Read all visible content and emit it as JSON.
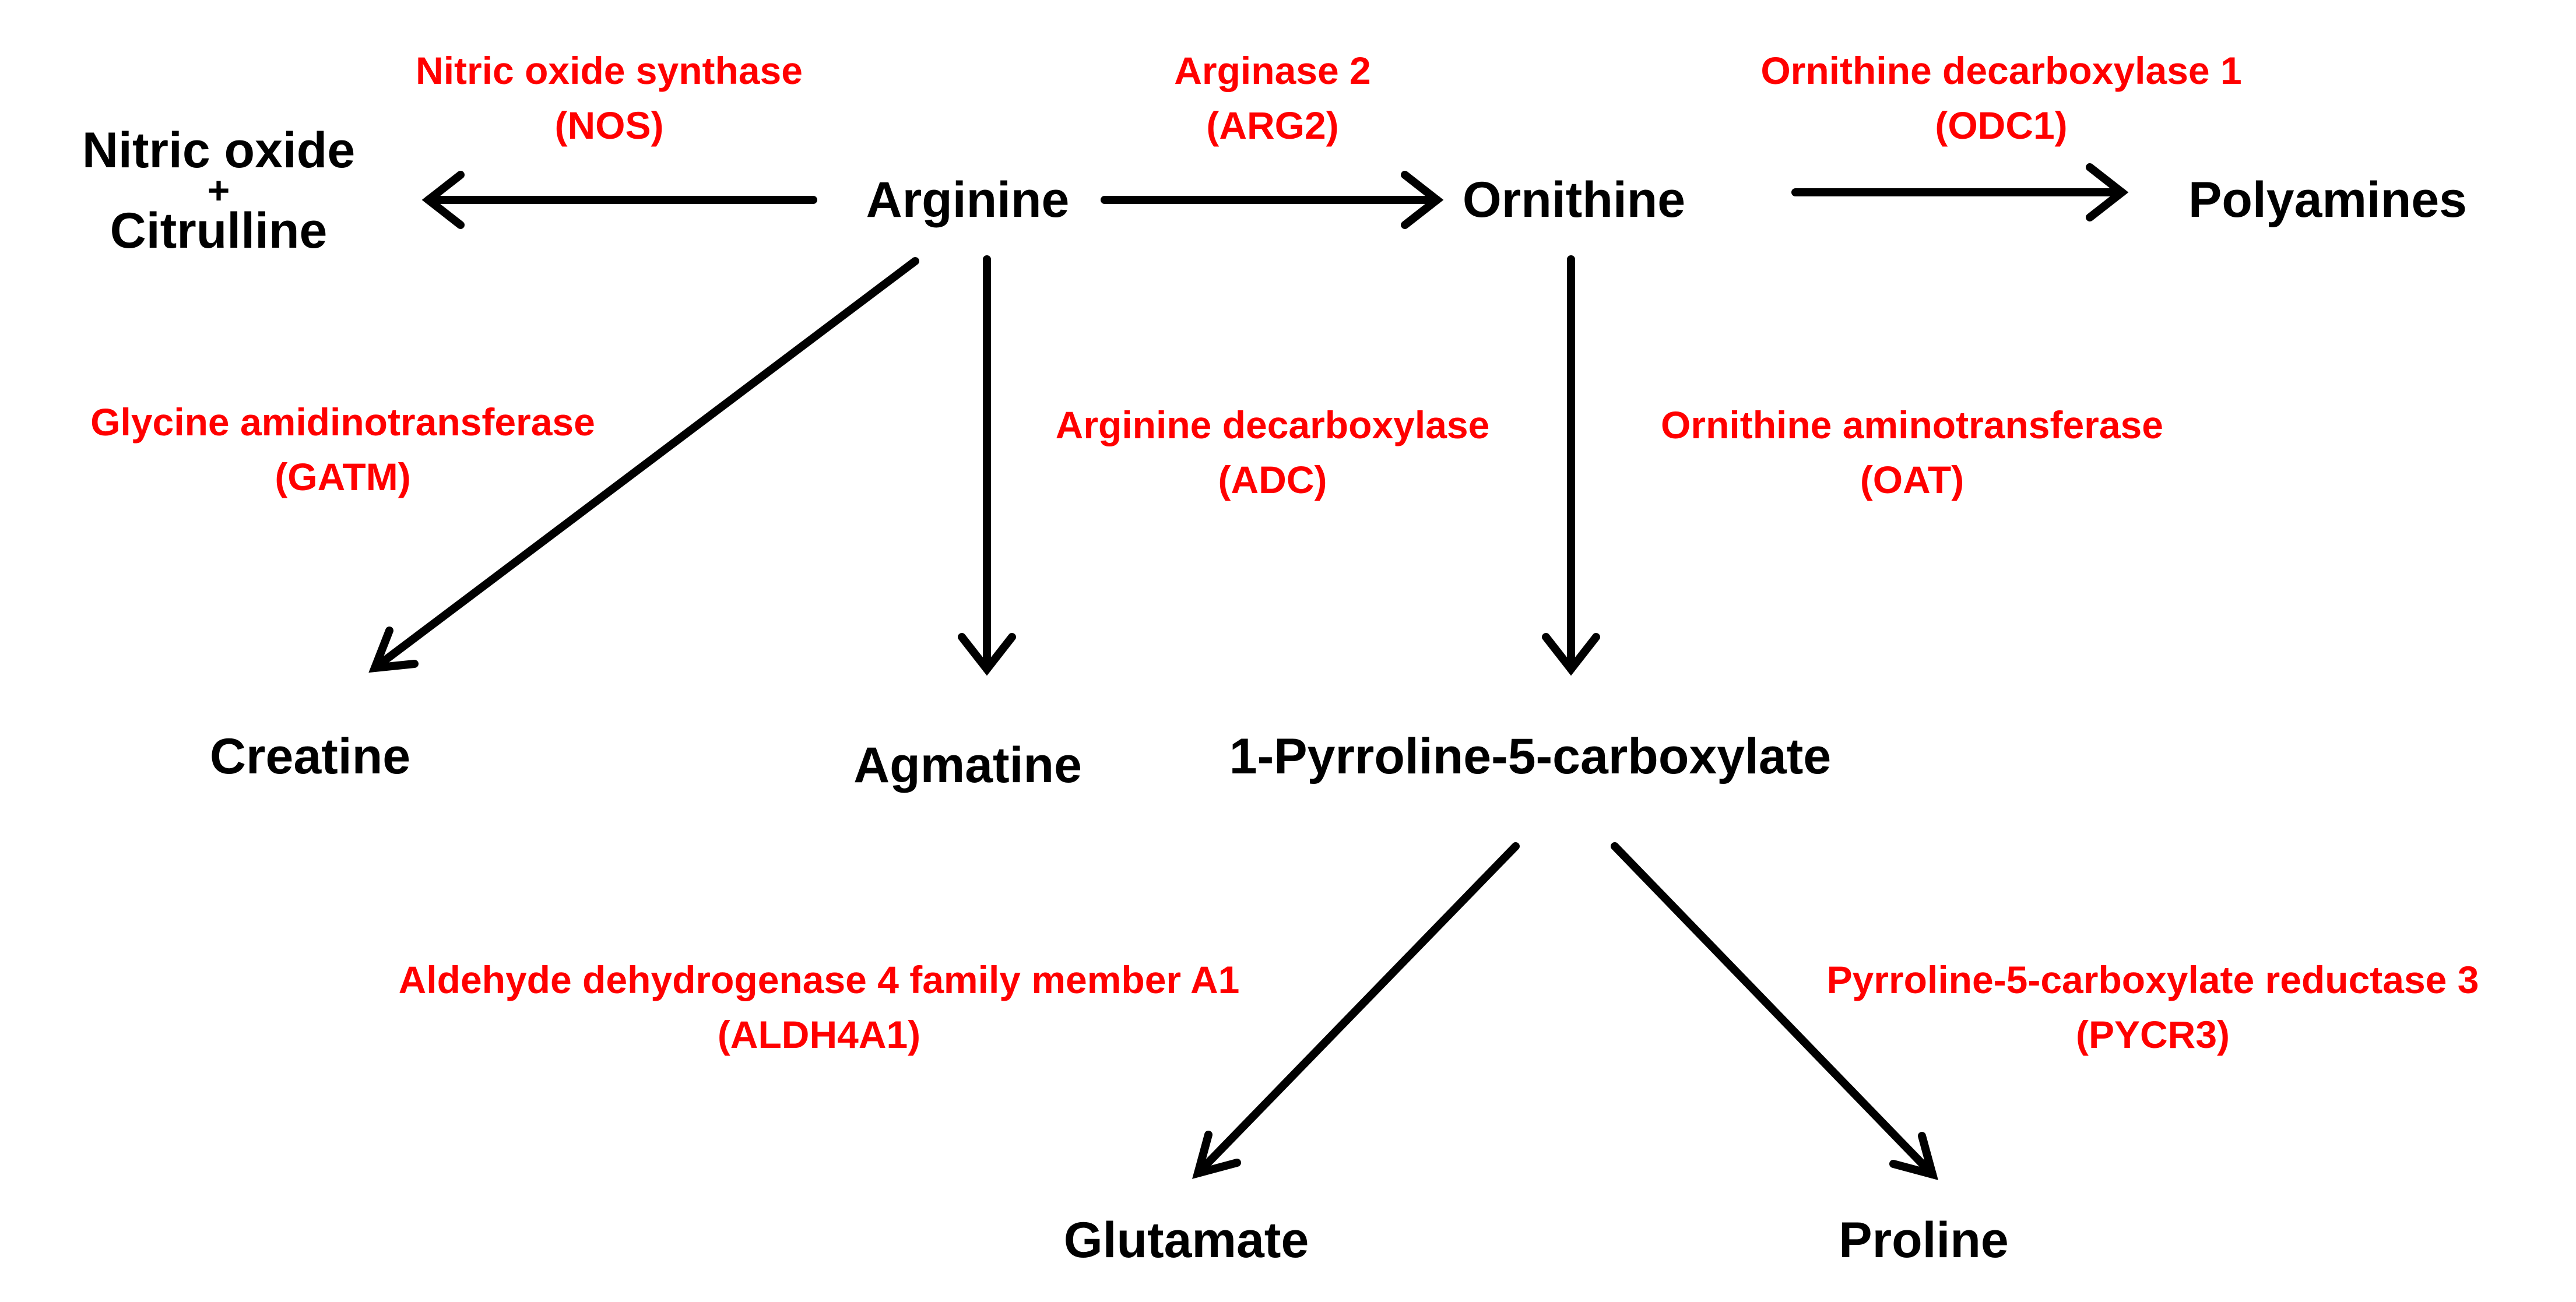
{
  "metabolites": {
    "nitric_oxide": "Nitric oxide",
    "plus": "+",
    "citrulline": "Citrulline",
    "arginine": "Arginine",
    "ornithine": "Ornithine",
    "polyamines": "Polyamines",
    "creatine": "Creatine",
    "agmatine": "Agmatine",
    "p5c": "1-Pyrroline-5-carboxylate",
    "glutamate": "Glutamate",
    "proline": "Proline"
  },
  "enzymes": {
    "nos": {
      "name": "Nitric oxide synthase",
      "abbr": "(NOS)"
    },
    "arg2": {
      "name": "Arginase 2",
      "abbr": "(ARG2)"
    },
    "odc1": {
      "name": "Ornithine decarboxylase 1",
      "abbr": "(ODC1)"
    },
    "gatm": {
      "name": "Glycine amidinotransferase",
      "abbr": "(GATM)"
    },
    "adc": {
      "name": "Arginine decarboxylase",
      "abbr": "(ADC)"
    },
    "oat": {
      "name": "Ornithine aminotransferase",
      "abbr": "(OAT)"
    },
    "aldh4a1": {
      "name": "Aldehyde dehydrogenase 4 family member A1",
      "abbr": "(ALDH4A1)"
    },
    "pycr3": {
      "name": "Pyrroline-5-carboxylate reductase 3",
      "abbr": "(PYCR3)"
    }
  },
  "colors": {
    "metabolite": "#000000",
    "enzyme": "#ff0000",
    "arrow": "#000000"
  }
}
